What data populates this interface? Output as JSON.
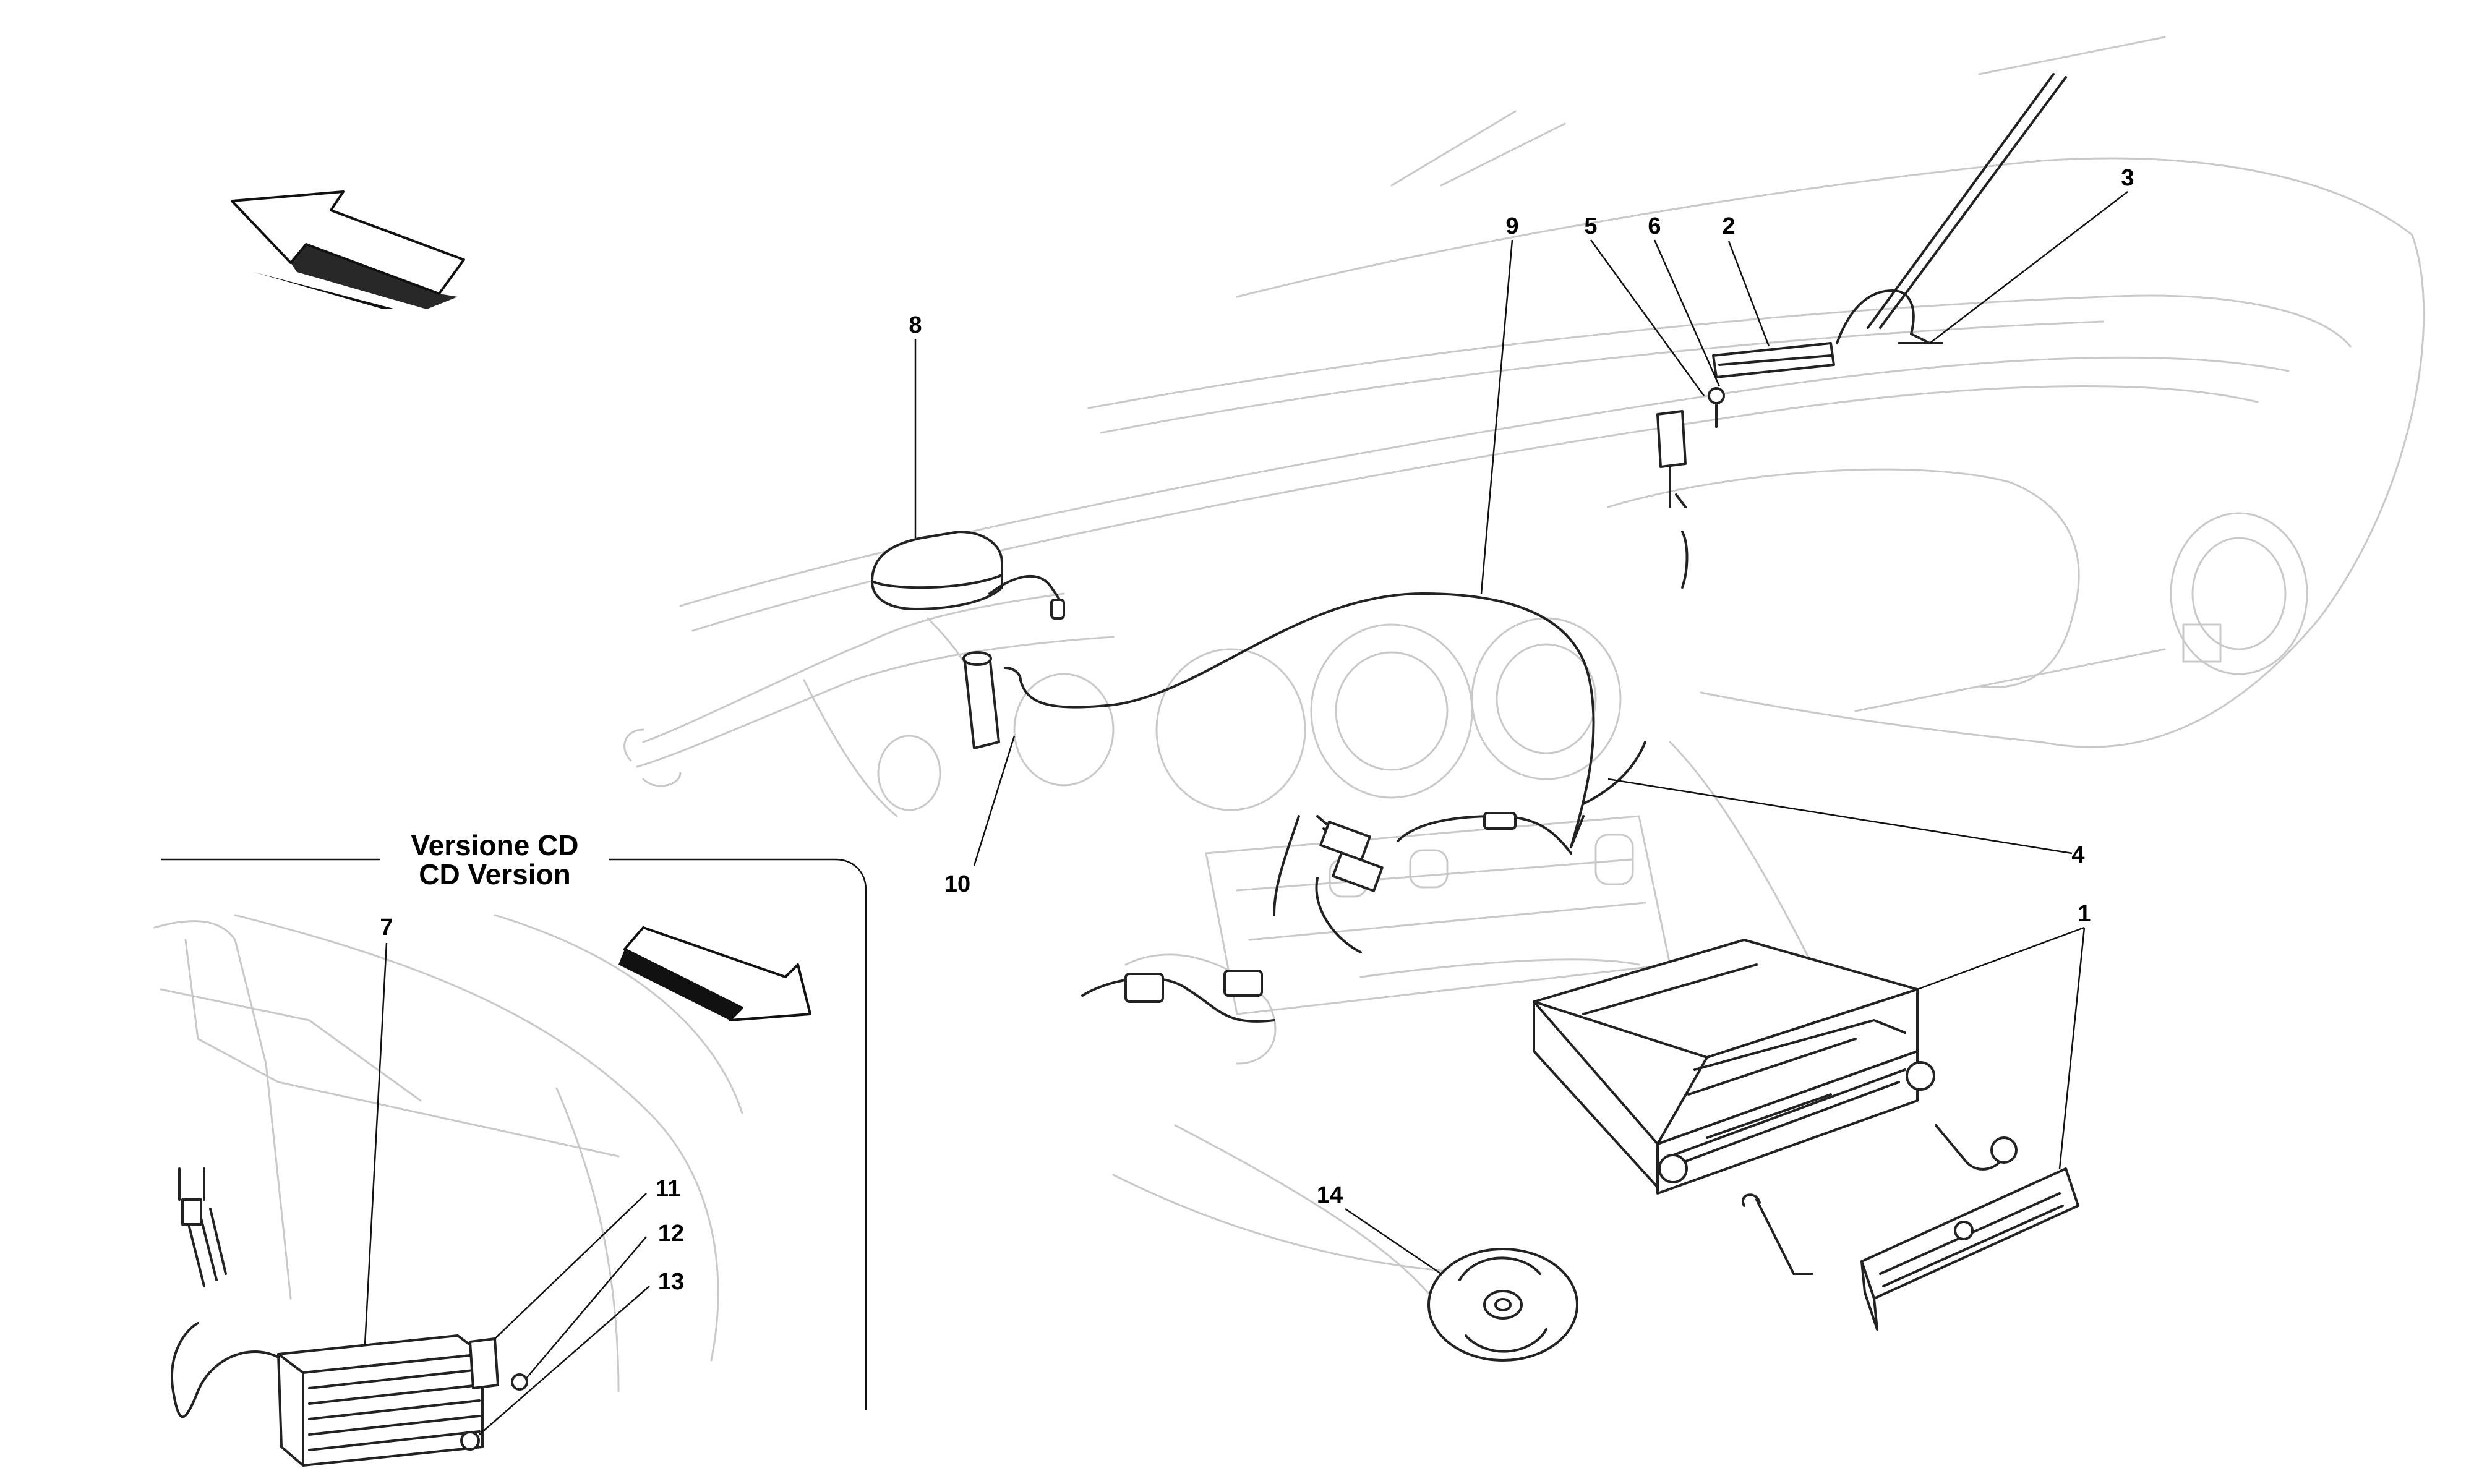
{
  "diagram": {
    "inset_title_it": "Versione CD",
    "inset_title_en": "CD Version",
    "callouts": [
      {
        "id": "1",
        "text": "1"
      },
      {
        "id": "2",
        "text": "2"
      },
      {
        "id": "3",
        "text": "3"
      },
      {
        "id": "4",
        "text": "4"
      },
      {
        "id": "5",
        "text": "5"
      },
      {
        "id": "6",
        "text": "6"
      },
      {
        "id": "7",
        "text": "7"
      },
      {
        "id": "8",
        "text": "8"
      },
      {
        "id": "9",
        "text": "9"
      },
      {
        "id": "10",
        "text": "10"
      },
      {
        "id": "11",
        "text": "11"
      },
      {
        "id": "12",
        "text": "12"
      },
      {
        "id": "13",
        "text": "13"
      },
      {
        "id": "14",
        "text": "14"
      }
    ]
  },
  "icons": [
    "direction-arrow-icon",
    "cd-disc-icon"
  ]
}
